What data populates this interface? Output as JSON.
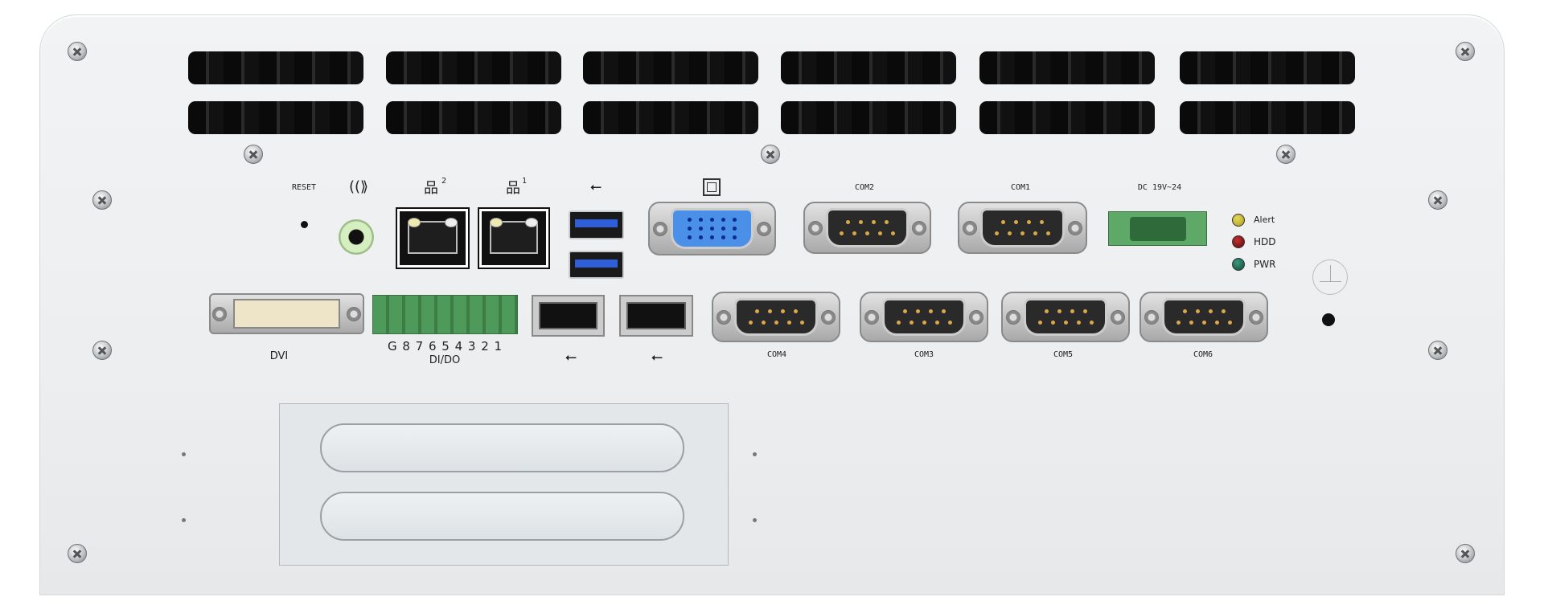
{
  "top_row": {
    "reset": "RESET",
    "audio_icon": "audio-line-out",
    "lan2": "2",
    "lan1": "1",
    "usb_icon": "usb",
    "vga_icon": "monitor",
    "com2": "COM2",
    "com1": "COM1",
    "dc_in": "DC 19V~24",
    "leds": [
      {
        "label": "Alert",
        "color": "#a89a1a"
      },
      {
        "label": "HDD",
        "color": "#6a0f0f"
      },
      {
        "label": "PWR",
        "color": "#145a44"
      }
    ]
  },
  "bottom_row": {
    "dvi": "DVI",
    "dio_pins": "G 8 7 6 5 4 3 2 1",
    "dio": "DI/DO",
    "com4": "COM4",
    "com3": "COM3",
    "com5": "COM5",
    "com6": "COM6"
  }
}
